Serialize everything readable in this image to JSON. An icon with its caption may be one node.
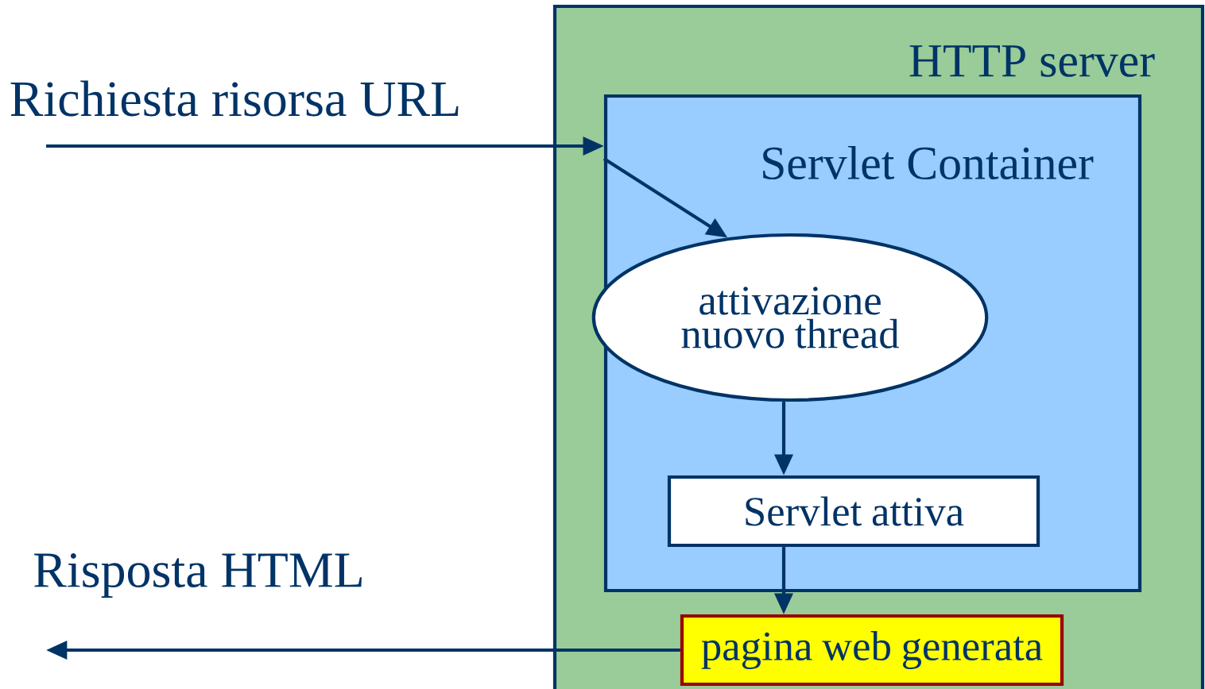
{
  "diagram": {
    "nodes": [
      {
        "text": [
          "HTTP server"
        ]
      },
      {
        "text": [
          "Servlet Container"
        ],
        "in": 0
      },
      {
        "text": [
          "attivazione nuovo thread"
        ],
        "in": 1
      },
      {
        "text": [
          "Servlet attiva"
        ],
        "in": 1
      },
      {
        "text": [
          "pagina web generata"
        ],
        "in": 0
      }
    ],
    "edges": [
      {
        "from": null,
        "to": 1,
        "arrow": "to",
        "label": "Richiesta risorsa URL"
      },
      {
        "from": 1,
        "to": 2,
        "arrow": "to"
      },
      {
        "from": 2,
        "to": 3,
        "arrow": "to"
      },
      {
        "from": 3,
        "to": 4,
        "arrow": "to"
      },
      {
        "from": 4,
        "to": null,
        "arrow": "to",
        "label": "Risposta HTML"
      }
    ]
  }
}
